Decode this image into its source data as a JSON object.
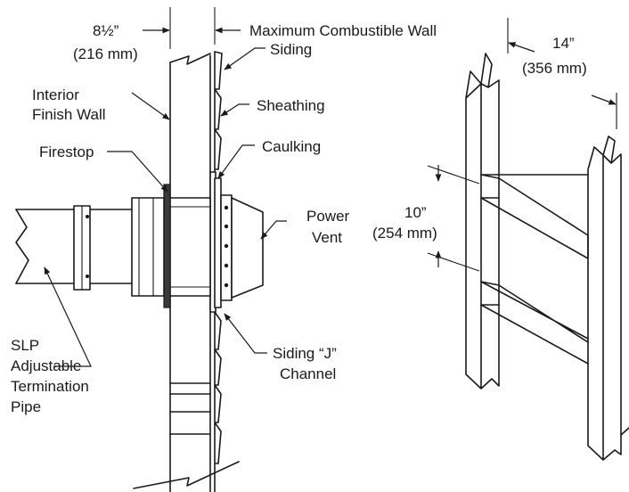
{
  "labels": {
    "clearance_in": "8½”",
    "clearance_mm": "(216 mm)",
    "max_wall": "Maximum Combustible Wall",
    "siding": "Siding",
    "interior_1": "Interior",
    "interior_2": "Finish Wall",
    "sheathing": "Sheathing",
    "firestop": "Firestop",
    "caulking": "Caulking",
    "power_1": "Power",
    "power_2": "Vent",
    "slp_1": "SLP",
    "slp_2": "Adjustable",
    "slp_3": "Termination",
    "slp_4": "Pipe",
    "jchan_1": "Siding “J”",
    "jchan_2": "Channel",
    "width_in": "14”",
    "width_mm": "(356 mm)",
    "gap_in": "10”",
    "gap_mm": "(254 mm)"
  }
}
